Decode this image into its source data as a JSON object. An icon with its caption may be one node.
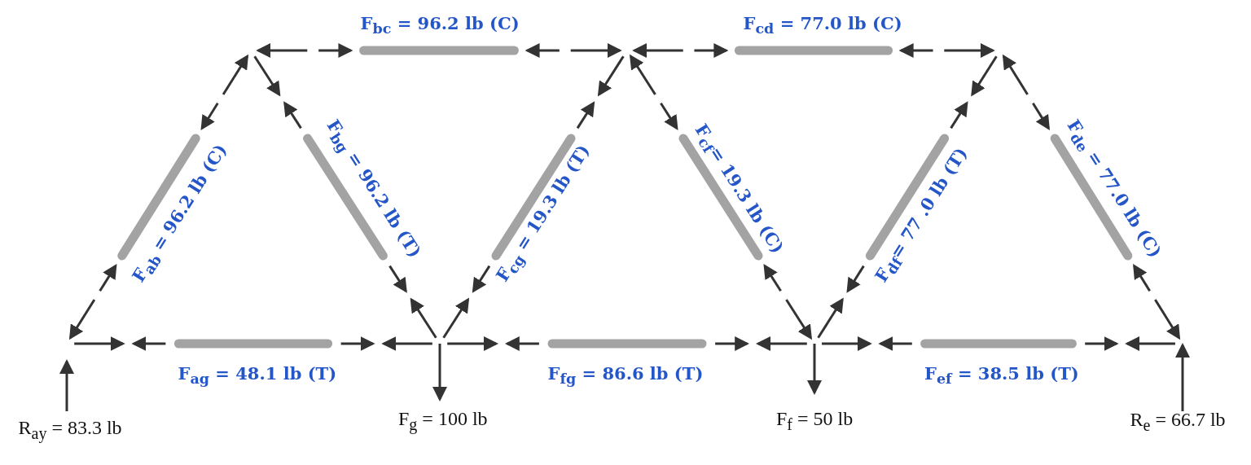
{
  "diagram": {
    "labels": [
      "F$_{bc}$ = 96.2 lb (C)",
      "F$_{cd}$ = 77.0 lb (C)",
      "F$_{ab}$ = 96.2 lb (C)",
      "F$_{bg}$ = 96.2 lb (T)",
      "F$_{cg}$ = 19.3 lb (T)",
      "F$_{cf}$= 19.3 lb (C)",
      "F$_{df}$= 77 .0 lb (T)",
      "F$_{de}$ = 77.0 lb (C)",
      "F$_{ag}$ = 48.1 lb (T)",
      "F$_{fg}$ = 86.6 lb (T)",
      "F$_{ef}$ = 38.5 lb (T)",
      "R$_{ay}$ = 83.3 lb",
      "F$_{g}$ = 100 lb",
      "F$_{f}$ = 50 lb",
      "R$_{e}$ = 66.7 lb"
    ]
  }
}
